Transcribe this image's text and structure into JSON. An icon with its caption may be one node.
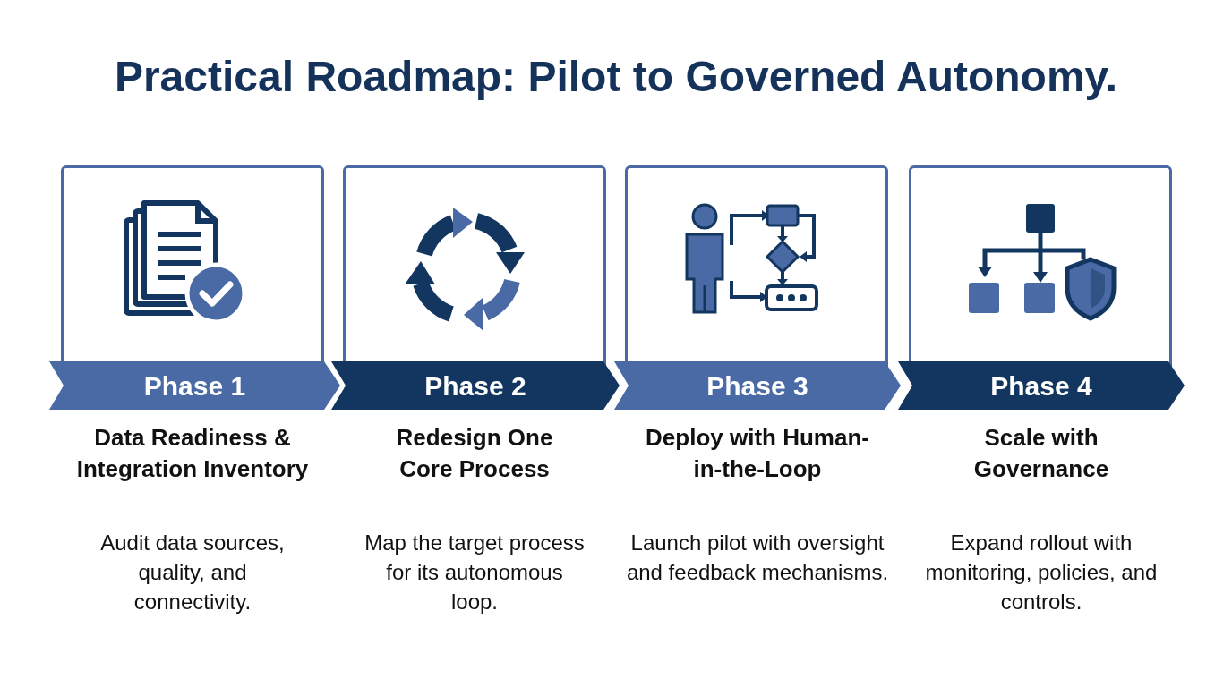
{
  "diagram": {
    "title": "Practical Roadmap: Pilot to Governed Autonomy.",
    "nodes": [
      {
        "text": [
          "Phase 1"
        ],
        "beside": [
          "Data Readiness & Integration Inventory",
          "Audit data sources, quality, and connectivity."
        ]
      },
      {
        "text": [
          "Phase 2"
        ],
        "beside": [
          "Redesign One Core Process",
          "Map the target process for its autonomous loop."
        ]
      },
      {
        "text": [
          "Phase 3"
        ],
        "beside": [
          "Deploy with Human-in-the-Loop",
          "Launch pilot with oversight and feedback mechanisms."
        ]
      },
      {
        "text": [
          "Phase 4"
        ],
        "beside": [
          "Scale with Governance",
          "Expand rollout with monitoring, policies, and controls."
        ]
      }
    ]
  }
}
